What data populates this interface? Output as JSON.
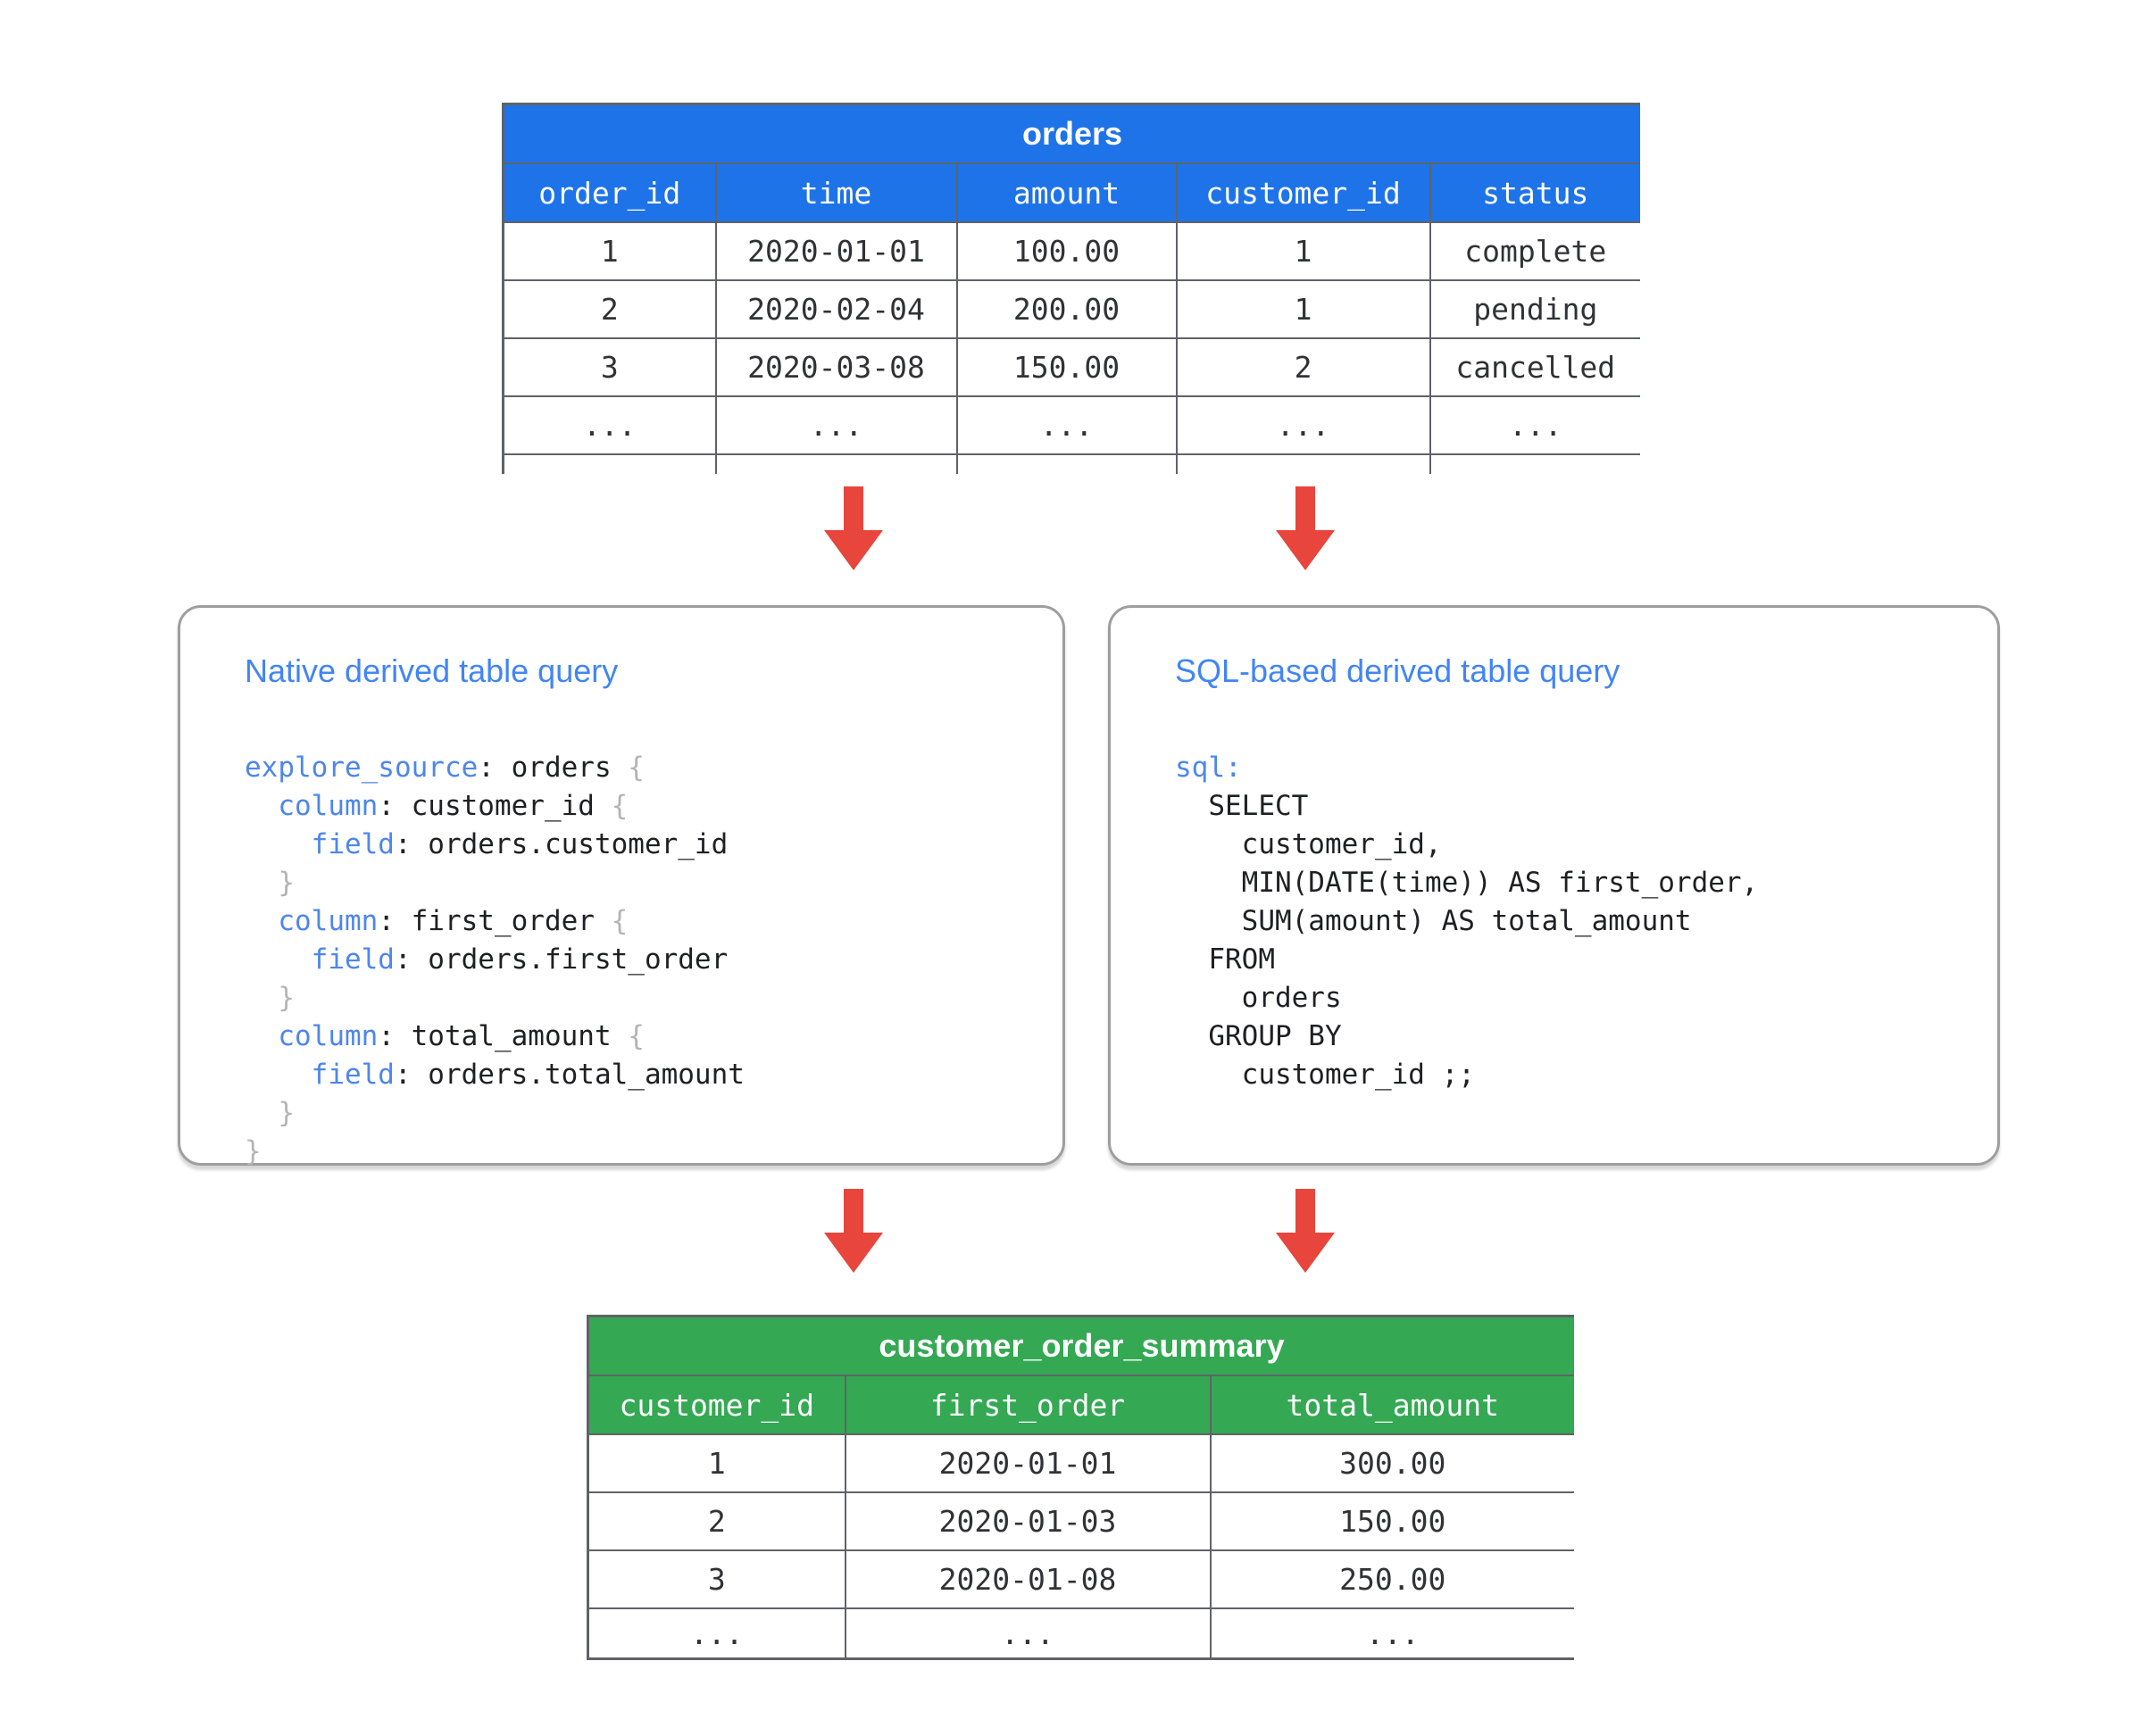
{
  "colors": {
    "blue": "#1E73E8",
    "green": "#34A853",
    "red": "#E8453C",
    "title_blue": "#4285F4",
    "kw_blue": "#4E86EC",
    "brace_gray": "#B4B4B4",
    "border_gray": "#5F6368",
    "box_border": "#9E9E9E",
    "cell_text": "#313235"
  },
  "orders_table": {
    "title": "orders",
    "columns": [
      "order_id",
      "time",
      "amount",
      "customer_id",
      "status"
    ],
    "rows": [
      [
        "1",
        "2020-01-01",
        "100.00",
        "1",
        "complete"
      ],
      [
        "2",
        "2020-02-04",
        "200.00",
        "1",
        "pending"
      ],
      [
        "3",
        "2020-03-08",
        "150.00",
        "2",
        "cancelled"
      ],
      [
        "...",
        "...",
        "...",
        "...",
        "..."
      ]
    ],
    "truncated_bottom": true
  },
  "native_box": {
    "title": "Native derived table query",
    "code": [
      [
        {
          "t": "explore_source",
          "c": "kw"
        },
        {
          "t": ": orders ",
          "c": "pl"
        },
        {
          "t": "{",
          "c": "br"
        }
      ],
      [
        {
          "t": "  ",
          "c": "pl"
        },
        {
          "t": "column",
          "c": "kw"
        },
        {
          "t": ": customer_id ",
          "c": "pl"
        },
        {
          "t": "{",
          "c": "br"
        }
      ],
      [
        {
          "t": "    ",
          "c": "pl"
        },
        {
          "t": "field",
          "c": "kw"
        },
        {
          "t": ": orders.customer_id",
          "c": "pl"
        }
      ],
      [
        {
          "t": "  }",
          "c": "br"
        }
      ],
      [
        {
          "t": "  ",
          "c": "pl"
        },
        {
          "t": "column",
          "c": "kw"
        },
        {
          "t": ": first_order ",
          "c": "pl"
        },
        {
          "t": "{",
          "c": "br"
        }
      ],
      [
        {
          "t": "    ",
          "c": "pl"
        },
        {
          "t": "field",
          "c": "kw"
        },
        {
          "t": ": orders.first_order",
          "c": "pl"
        }
      ],
      [
        {
          "t": "  }",
          "c": "br"
        }
      ],
      [
        {
          "t": "  ",
          "c": "pl"
        },
        {
          "t": "column",
          "c": "kw"
        },
        {
          "t": ": total_amount ",
          "c": "pl"
        },
        {
          "t": "{",
          "c": "br"
        }
      ],
      [
        {
          "t": "    ",
          "c": "pl"
        },
        {
          "t": "field",
          "c": "kw"
        },
        {
          "t": ": orders.total_amount",
          "c": "pl"
        }
      ],
      [
        {
          "t": "  }",
          "c": "br"
        }
      ],
      [
        {
          "t": "}",
          "c": "br"
        }
      ]
    ]
  },
  "sql_box": {
    "title": "SQL-based derived table query",
    "code": [
      [
        {
          "t": "sql:",
          "c": "kw"
        }
      ],
      [
        {
          "t": "  SELECT",
          "c": "pl"
        }
      ],
      [
        {
          "t": "    customer_id,",
          "c": "pl"
        }
      ],
      [
        {
          "t": "    MIN(DATE(time)) AS first_order,",
          "c": "pl"
        }
      ],
      [
        {
          "t": "    SUM(amount) AS total_amount",
          "c": "pl"
        }
      ],
      [
        {
          "t": "  FROM",
          "c": "pl"
        }
      ],
      [
        {
          "t": "    orders",
          "c": "pl"
        }
      ],
      [
        {
          "t": "  GROUP BY",
          "c": "pl"
        }
      ],
      [
        {
          "t": "    customer_id ;;",
          "c": "pl"
        }
      ]
    ]
  },
  "summary_table": {
    "title": "customer_order_summary",
    "columns": [
      "customer_id",
      "first_order",
      "total_amount"
    ],
    "rows": [
      [
        "1",
        "2020-01-01",
        "300.00"
      ],
      [
        "2",
        "2020-01-03",
        "150.00"
      ],
      [
        "3",
        "2020-01-08",
        "250.00"
      ],
      [
        "...",
        "...",
        "..."
      ]
    ],
    "truncated_bottom": false
  }
}
